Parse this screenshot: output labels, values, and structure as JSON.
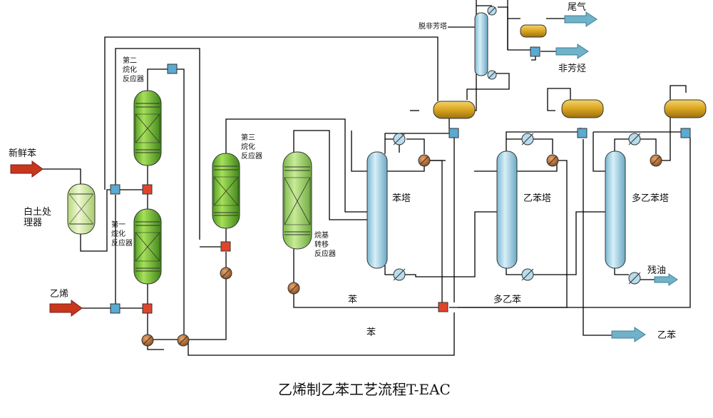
{
  "title": "乙烯制乙苯工艺流程T-EAC",
  "feeds": {
    "benzene": "新鲜苯",
    "ethylene": "乙烯"
  },
  "equipment": {
    "clay_treater": [
      "白土处",
      "理器"
    ],
    "reactor_1": [
      "第一",
      "烷化",
      "反应器"
    ],
    "reactor_2": [
      "第二",
      "烷化",
      "反应器"
    ],
    "reactor_3": [
      "第三",
      "烷化",
      "反应器"
    ],
    "transalk": [
      "烷基",
      "转移",
      "反应器"
    ],
    "benzene_col": "苯塔",
    "eb_col": "乙苯塔",
    "peb_col": "多乙苯塔",
    "dearom_col": "脱非芳塔"
  },
  "streams": {
    "tail_gas": "尾气",
    "non_aromatics": "非芳烃",
    "residue": "残油",
    "ethylbenzene": "乙苯",
    "benzene_recycle_1": "苯",
    "benzene_recycle_2": "苯",
    "polyethylbenzene": "多乙苯"
  },
  "colors": {
    "reactor_green": "#7fc43a",
    "treater_green": "#cfe89a",
    "column_blue": "#a9d6e8",
    "drum_gold": "#d9a520",
    "feed_arrow": "#c8361d",
    "product_arrow": "#6fb2c9",
    "mixer_red": "#e0452c",
    "exchanger_blue": "#5aaad2",
    "pump_brown": "#b86a2e"
  }
}
